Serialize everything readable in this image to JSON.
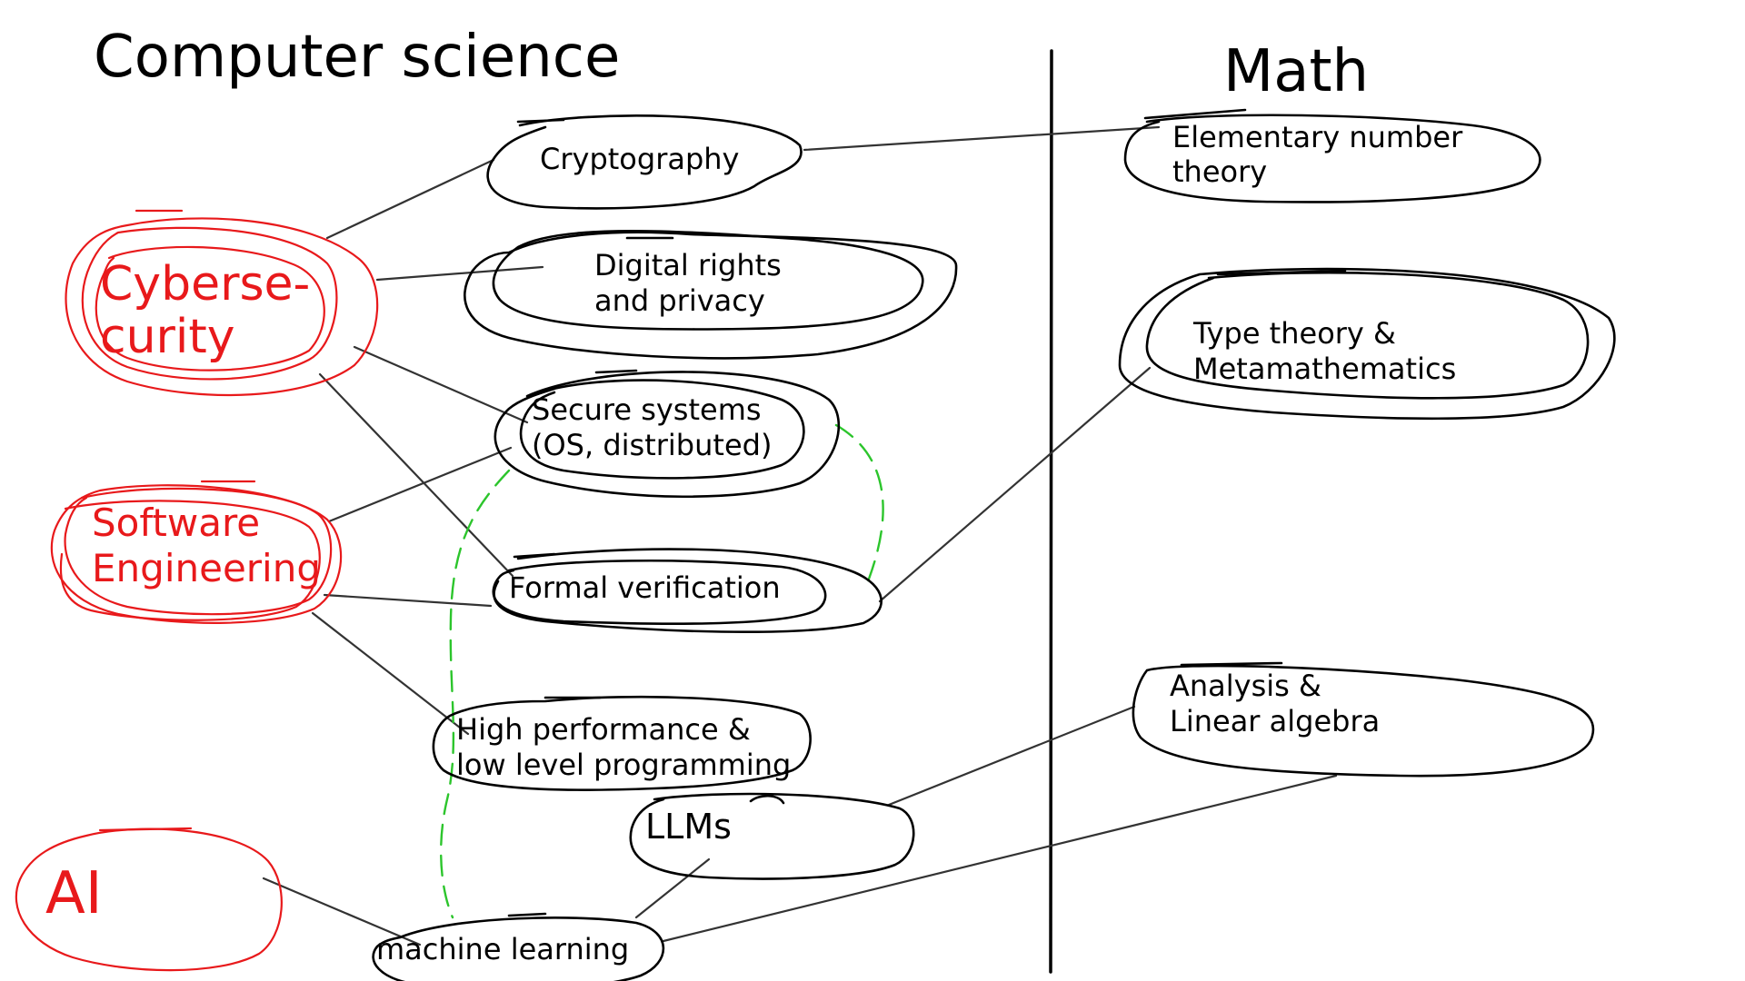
{
  "headings": {
    "left": "Computer science",
    "right": "Math"
  },
  "areas": {
    "cybersecurity": [
      "Cyberse-",
      "curity"
    ],
    "software_engineering": [
      "Software",
      "Engineering"
    ],
    "ai": "AI"
  },
  "cs_topics": {
    "cryptography": "Cryptography",
    "digital_rights": [
      "Digital rights",
      "and privacy"
    ],
    "secure_systems": [
      "Secure systems",
      "(OS, distributed)"
    ],
    "formal_verification": "Formal verification",
    "high_performance": [
      "High performance &",
      "low level programming"
    ],
    "llms": "LLMs",
    "machine_learning": "machine learning"
  },
  "math_topics": {
    "number_theory": [
      "Elementary number",
      "theory"
    ],
    "type_theory": [
      "Type theory &",
      "Metamathematics"
    ],
    "analysis": [
      "Analysis &",
      "Linear algebra"
    ]
  },
  "colors": {
    "ink": "#000000",
    "link": "#333333",
    "area": "#e8191b",
    "dashed": "#2cc52c"
  }
}
